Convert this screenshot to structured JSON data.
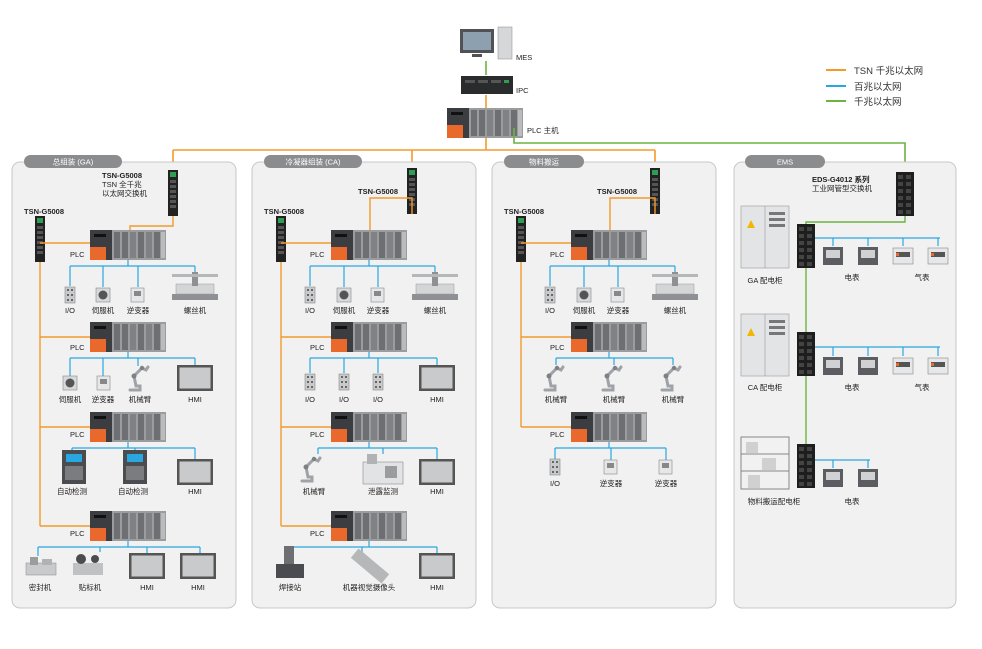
{
  "top": {
    "mes_label": "MES",
    "ipc_label": "IPC",
    "plc_main_label": "PLC 主机"
  },
  "legend": [
    {
      "label": "TSN 千兆以太网",
      "color": "#f39a2b"
    },
    {
      "label": "百兆以太网",
      "color": "#2aa7e0"
    },
    {
      "label": "千兆以太网",
      "color": "#6cb33f"
    }
  ],
  "zones": {
    "ga": {
      "title": "总组装 (GA)",
      "switch_top": {
        "name": "TSN-G5008",
        "desc1": "TSN 全千兆",
        "desc2": "以太网交换机"
      },
      "switch_side": "TSN-G5008",
      "plc_label": "PLC",
      "rows": [
        [
          "I/O",
          "伺服机",
          "逆变器",
          "螺丝机"
        ],
        [
          "伺服机",
          "逆变器",
          "机械臂",
          "HMI"
        ],
        [
          "自动检测",
          "自动检测",
          "HMI"
        ],
        [
          "密封机",
          "贴标机",
          "HMI",
          "HMI"
        ]
      ]
    },
    "ca": {
      "title": "冷凝器组装 (CA)",
      "switch_top": "TSN-G5008",
      "switch_side": "TSN-G5008",
      "plc_label": "PLC",
      "rows": [
        [
          "I/O",
          "伺服机",
          "逆变器",
          "螺丝机"
        ],
        [
          "I/O",
          "I/O",
          "I/O",
          "HMI"
        ],
        [
          "机械臂",
          "泄露监测",
          "HMI"
        ],
        [
          "焊接站",
          "机器视觉摄像头",
          "HMI"
        ]
      ]
    },
    "mh": {
      "title": "物料搬运",
      "switch_top": "TSN-G5008",
      "switch_side": "TSN-G5008",
      "plc_label": "PLC",
      "rows": [
        [
          "I/O",
          "伺服机",
          "逆变器",
          "螺丝机"
        ],
        [
          "机械臂",
          "机械臂",
          "机械臂"
        ],
        [
          "I/O",
          "逆变器",
          "逆变器"
        ]
      ]
    },
    "ems": {
      "title": "EMS",
      "switch_name": "EDS-G4012 系列",
      "switch_desc": "工业网管型交换机",
      "cabinets": [
        "GA 配电柜",
        "CA 配电柜",
        "物料搬运配电柜"
      ],
      "meter_label": "电表",
      "gas_label": "气表"
    }
  },
  "colors": {
    "tsn": "#f39a2b",
    "fast_eth": "#2aa7e0",
    "gig_eth": "#6cb33f",
    "panel_bg": "#f1f1f2",
    "tab_bg": "#8a8c8e"
  }
}
